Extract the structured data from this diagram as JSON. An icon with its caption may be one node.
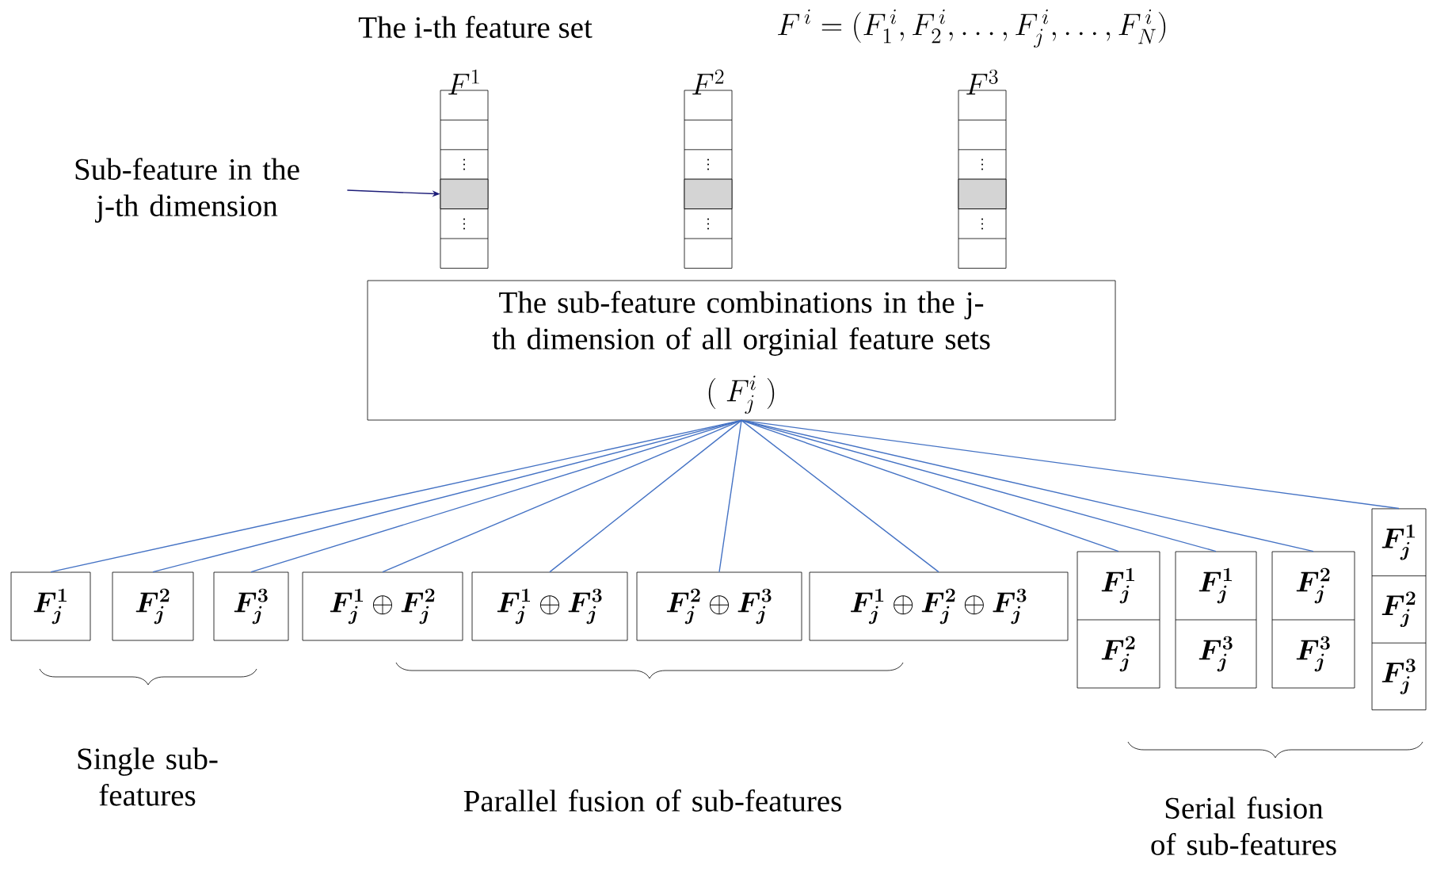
{
  "diagram": {
    "title": "The i-th feature set",
    "nodes": [
      {
        "text": [
          "Sub-feature in the j-th dimension"
        ]
      },
      {
        "text": [
          "F^{1}"
        ]
      },
      {
        "text": [],
        "shape": "box",
        "in": 1
      },
      {
        "text": [
          "F^{2}"
        ]
      },
      {
        "text": [],
        "shape": "box",
        "in": 3
      },
      {
        "text": [
          "F^{3}"
        ]
      },
      {
        "text": [],
        "shape": "box",
        "in": 5
      },
      {
        "text": [
          "The sub-feature combinations in the j-th dimension of all orginial feature sets",
          "(\\;F_j^i\\;)"
        ]
      },
      {
        "text": [
          "\\bm{F_j^{1}}"
        ]
      },
      {
        "text": [
          "\\bm{F_j^{2}}"
        ]
      },
      {
        "text": [
          "\\bm{F_j^{3}}"
        ]
      },
      {
        "text": [
          "\\bm{F_j^{1}} \\oplus \\bm{F_j^{2}}"
        ]
      },
      {
        "text": [
          "\\bm{F_j^{1}} \\oplus \\bm{F_j^{3}}"
        ]
      },
      {
        "text": [
          "\\bm{F_j^{2}} \\oplus \\bm{F_j^{3}}"
        ]
      },
      {
        "text": [
          "\\bm{F_j^{1}} \\oplus \\bm{F_j^{2}} \\oplus \\bm{F_j^{3}}"
        ]
      },
      {
        "text": [
          "\\bm{F_j^{1}}",
          "\\bm{F_j^{2}}"
        ]
      },
      {
        "text": [
          "\\bm{F_j^{1}}",
          "\\bm{F_j^{3}}"
        ]
      },
      {
        "text": [
          "\\bm{F_j^{2}}",
          "\\bm{F_j^{3}}"
        ]
      },
      {
        "text": [
          "\\bm{F_j^{1}}",
          "\\bm{F_j^{2}}",
          "\\bm{F_j^{3}}"
        ]
      }
    ],
    "edges": [
      {
        "from": 0,
        "to": 2,
        "arrow": "to",
        "color": "#1c1c78"
      },
      {
        "from": 7,
        "to": 8,
        "arrow": "none"
      },
      {
        "from": 7,
        "to": 9,
        "arrow": "none"
      },
      {
        "from": 7,
        "to": 10,
        "arrow": "none"
      },
      {
        "from": 7,
        "to": 11,
        "arrow": "none"
      },
      {
        "from": 7,
        "to": 12,
        "arrow": "none"
      },
      {
        "from": 7,
        "to": 13,
        "arrow": "none"
      },
      {
        "from": 7,
        "to": 14,
        "arrow": "none"
      },
      {
        "from": 7,
        "to": 15,
        "arrow": "none"
      },
      {
        "from": 7,
        "to": 16,
        "arrow": "none"
      },
      {
        "from": 7,
        "to": 17,
        "arrow": "none"
      },
      {
        "from": 7,
        "to": 18,
        "arrow": "none"
      }
    ],
    "labels": [
      "F^{\\,i}=(F_1^{\\,i},F_2^{\\,i},\\ldots,F_j^{\\,i},\\ldots,F_N^{\\,i})",
      "Single sub-features",
      "Parallel fusion of sub-features",
      "Serial fusion of sub-features"
    ]
  }
}
